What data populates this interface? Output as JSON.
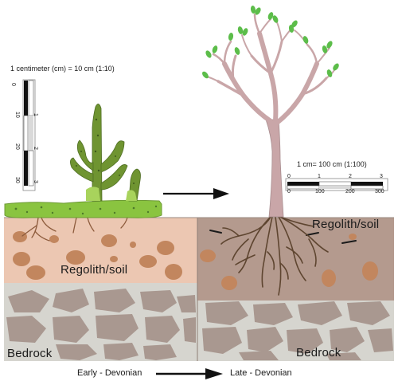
{
  "scales": {
    "left": {
      "caption": "1 centimeter (cm) = 10 cm (1:10)",
      "ticks_left": [
        "0",
        "10",
        "20",
        "30"
      ],
      "ticks_right": [
        "1",
        "2",
        "3"
      ]
    },
    "right": {
      "caption": "1 cm= 100 cm (1:100)",
      "ticks_top": [
        "0",
        "1",
        "2",
        "3"
      ],
      "ticks_bottom": [
        "0",
        "100",
        "200",
        "300"
      ]
    }
  },
  "labels": {
    "regolith_left": "Regolith/soil",
    "regolith_right": "Regolith/soil",
    "bedrock_left": "Bedrock",
    "bedrock_right": "Bedrock"
  },
  "timeline": {
    "early": "Early - Devonian",
    "late": "Late - Devonian"
  },
  "colors": {
    "soil_early": "#ecc7b2",
    "soil_late": "#b49a8e",
    "bedrock": "#d6d5cf",
    "rock": "#a99890",
    "pebble": "#c2865e",
    "moss": "#8ac440",
    "plant": "#6f9431",
    "tree_trunk": "#c9a6a8",
    "roots": "#5e4530",
    "leaves": "#5cbd4a"
  }
}
